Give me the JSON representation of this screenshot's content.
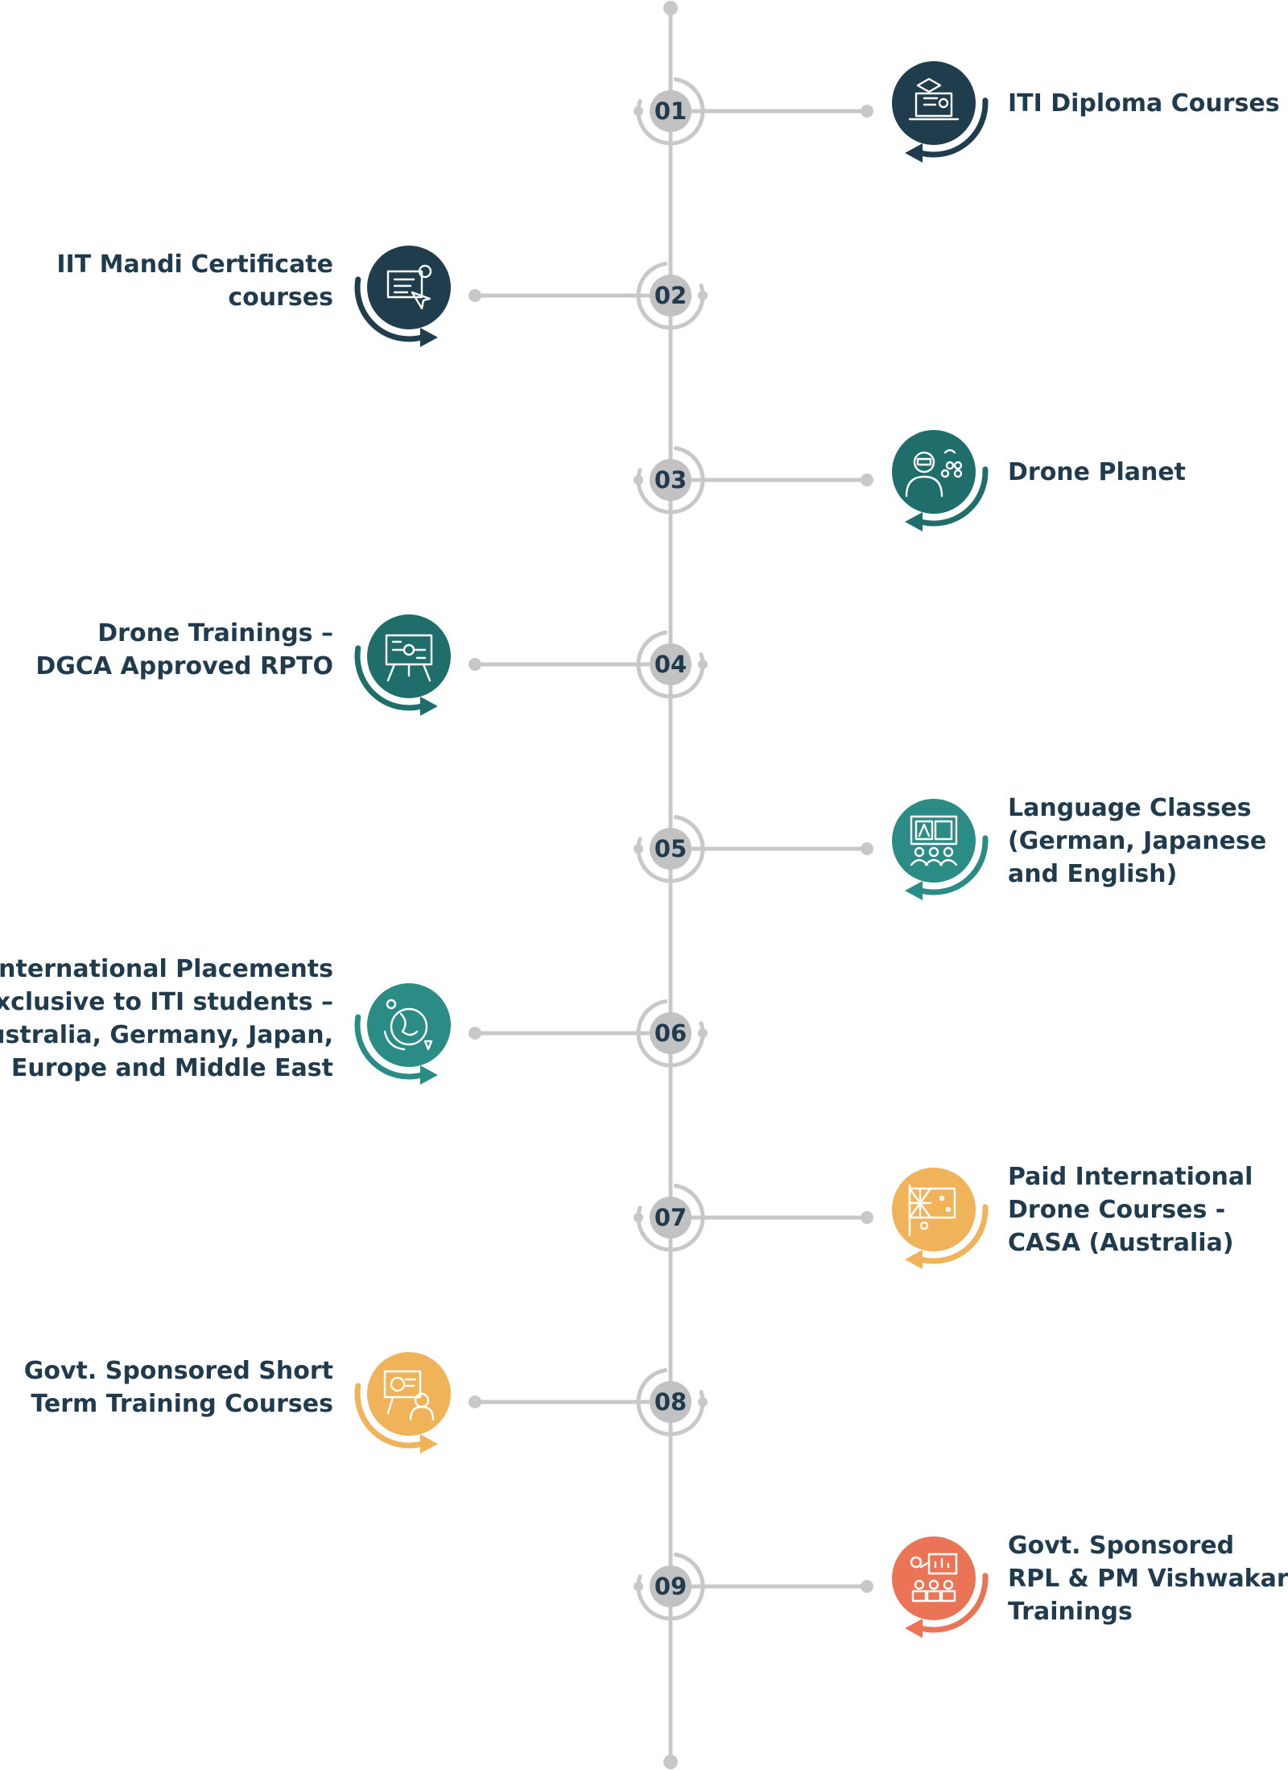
{
  "colors": {
    "line": "#c8c8c8",
    "number_badge": "#c2c2c2",
    "number_text": "#1f3b4d",
    "label_text": "#1f3b4d"
  },
  "items": [
    {
      "number": "01",
      "side": "right",
      "color": "#1f3d4c",
      "icon": "graduation-laptop-icon",
      "lines": [
        "ITI Diploma Courses"
      ]
    },
    {
      "number": "02",
      "side": "left",
      "color": "#1f3d4c",
      "icon": "certificate-pointer-icon",
      "lines": [
        "IIT Mandi Certificate",
        "courses"
      ]
    },
    {
      "number": "03",
      "side": "right",
      "color": "#1f6e6b",
      "icon": "drone-pilot-icon",
      "lines": [
        "Drone Planet"
      ]
    },
    {
      "number": "04",
      "side": "left",
      "color": "#1f6e6b",
      "icon": "training-board-icon",
      "lines": [
        "Drone Trainings –",
        "DGCA Approved RPTO"
      ]
    },
    {
      "number": "05",
      "side": "right",
      "color": "#2a8c84",
      "icon": "language-class-icon",
      "lines": [
        "Language Classes",
        "(German, Japanese",
        "and English)"
      ]
    },
    {
      "number": "06",
      "side": "left",
      "color": "#2a8c84",
      "icon": "globe-travel-icon",
      "lines": [
        "International Placements",
        "Exclusive to ITI students –",
        "Australia, Germany, Japan,",
        "Europe and Middle East"
      ]
    },
    {
      "number": "07",
      "side": "right",
      "color": "#f0b35a",
      "icon": "australia-flag-icon",
      "lines": [
        "Paid International",
        "Drone Courses -",
        "CASA (Australia)"
      ]
    },
    {
      "number": "08",
      "side": "left",
      "color": "#f0b35a",
      "icon": "presenter-board-icon",
      "lines": [
        "Govt. Sponsored Short",
        "Term Training Courses"
      ]
    },
    {
      "number": "09",
      "side": "right",
      "color": "#ec7456",
      "icon": "group-presentation-icon",
      "lines": [
        "Govt. Sponsored",
        "RPL & PM Vishwakarma",
        "Trainings"
      ]
    }
  ]
}
